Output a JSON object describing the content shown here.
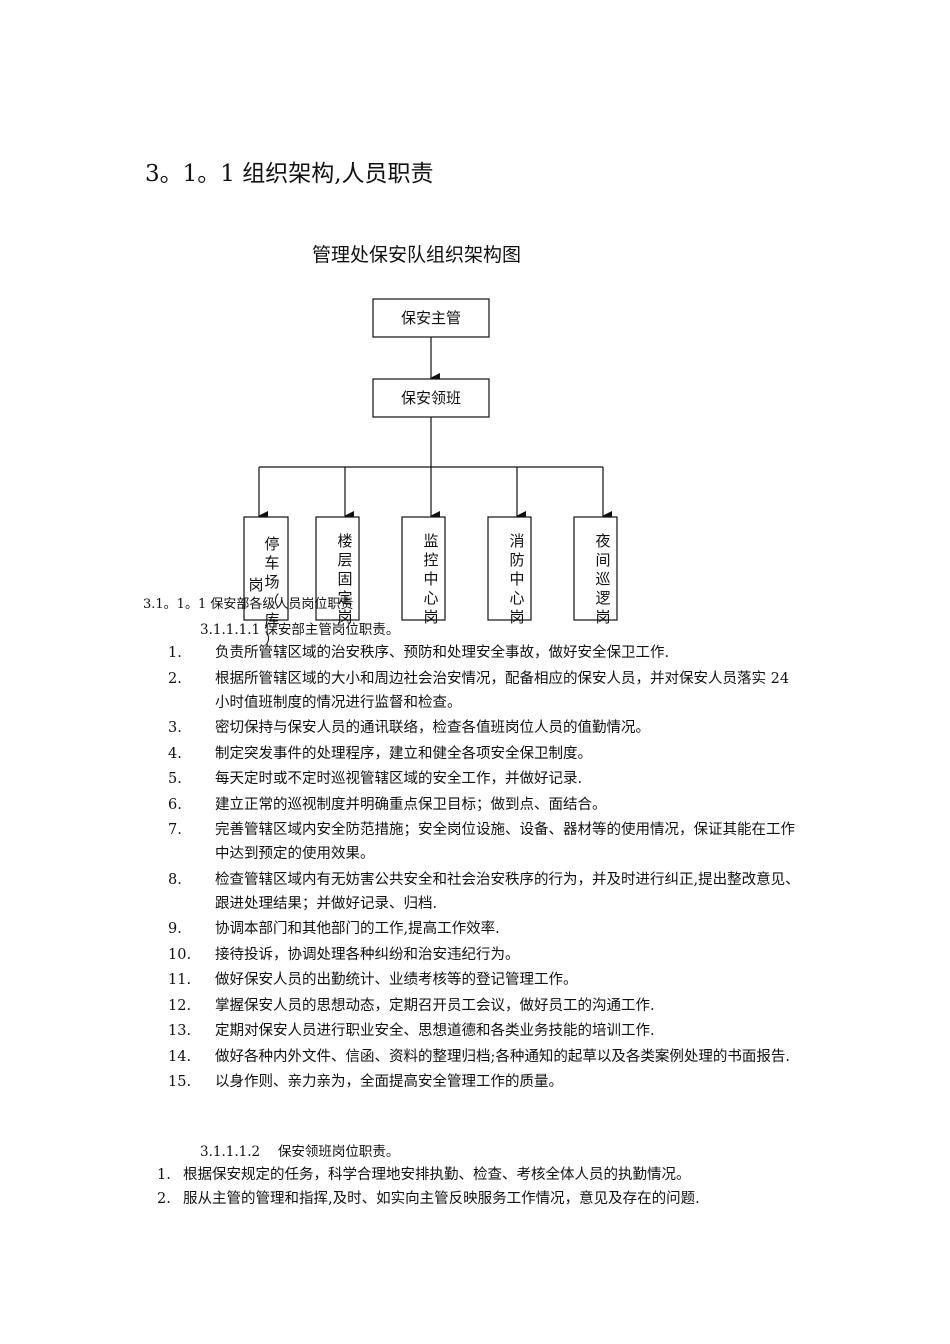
{
  "heading": "3。1。1 组织架构,人员职责",
  "chart_title": "管理处保安队组织架构图",
  "org": {
    "top": "保安主管",
    "middle": "保安领班",
    "posts": [
      {
        "chars": [
          "停",
          "车",
          "场",
          "（",
          "库",
          "）"
        ],
        "extra": "岗"
      },
      {
        "chars": [
          "楼",
          "层",
          "固",
          "定",
          "岗"
        ]
      },
      {
        "chars": [
          "监",
          "控",
          "中",
          "心",
          "岗"
        ]
      },
      {
        "chars": [
          "消",
          "防",
          "中",
          "心",
          "岗"
        ]
      },
      {
        "chars": [
          "夜",
          "间",
          "巡",
          "逻",
          "岗"
        ]
      }
    ]
  },
  "section_3111": "3.1。1。1 保安部各级人员岗位职责",
  "section_supervisor": "3.1.1.1.1 保安部主管岗位职责。",
  "supervisor_duties": [
    {
      "num": "1.",
      "text": "负责所管辖区域的治安秩序、预防和处理安全事故，做好安全保卫工作."
    },
    {
      "num": "2.",
      "text": "根据所管辖区域的大小和周边社会治安情况，配备相应的保安人员，并对保安人员落实 24 小时值班制度的情况进行监督和检查。"
    },
    {
      "num": "3.",
      "text": "密切保持与保安人员的通讯联络，检查各值班岗位人员的值勤情况。"
    },
    {
      "num": "4.",
      "text": "制定突发事件的处理程序，建立和健全各项安全保卫制度。"
    },
    {
      "num": "5.",
      "text": "每天定时或不定时巡视管辖区域的安全工作，并做好记录."
    },
    {
      "num": "6.",
      "text": "建立正常的巡视制度并明确重点保卫目标；做到点、面结合。"
    },
    {
      "num": "7.",
      "text": "完善管辖区域内安全防范措施；安全岗位设施、设备、器材等的使用情况，保证其能在工作中达到预定的使用效果。"
    },
    {
      "num": "8.",
      "text": "检查管辖区域内有无妨害公共安全和社会治安秩序的行为，并及时进行纠正,提出整改意见、跟进处理结果；并做好记录、归档."
    },
    {
      "num": "9.",
      "text": "协调本部门和其他部门的工作,提高工作效率."
    },
    {
      "num": "10.",
      "text": "接待投诉，协调处理各种纠纷和治安违纪行为。"
    },
    {
      "num": "11.",
      "text": "做好保安人员的出勤统计、业绩考核等的登记管理工作。"
    },
    {
      "num": "12.",
      "text": "掌握保安人员的思想动态，定期召开员工会议，做好员工的沟通工作."
    },
    {
      "num": "13.",
      "text": "定期对保安人员进行职业安全、思想道德和各类业务技能的培训工作."
    },
    {
      "num": "14.",
      "text": "做好各种内外文件、信函、资料的整理归档;各种通知的起草以及各类案例处理的书面报告."
    },
    {
      "num": "15.",
      "text": "以身作则、亲力亲为，全面提高安全管理工作的质量。"
    }
  ],
  "section_leader": "3.1.1.1.2　 保安领班岗位职责。",
  "leader_duties": [
    {
      "num": "1.",
      "text": "根据保安规定的任务，科学合理地安排执勤、检查、考核全体人员的执勤情况。"
    },
    {
      "num": "2.",
      "text": "服从主管的管理和指挥,及时、如实向主管反映服务工作情况，意见及存在的问题."
    }
  ]
}
